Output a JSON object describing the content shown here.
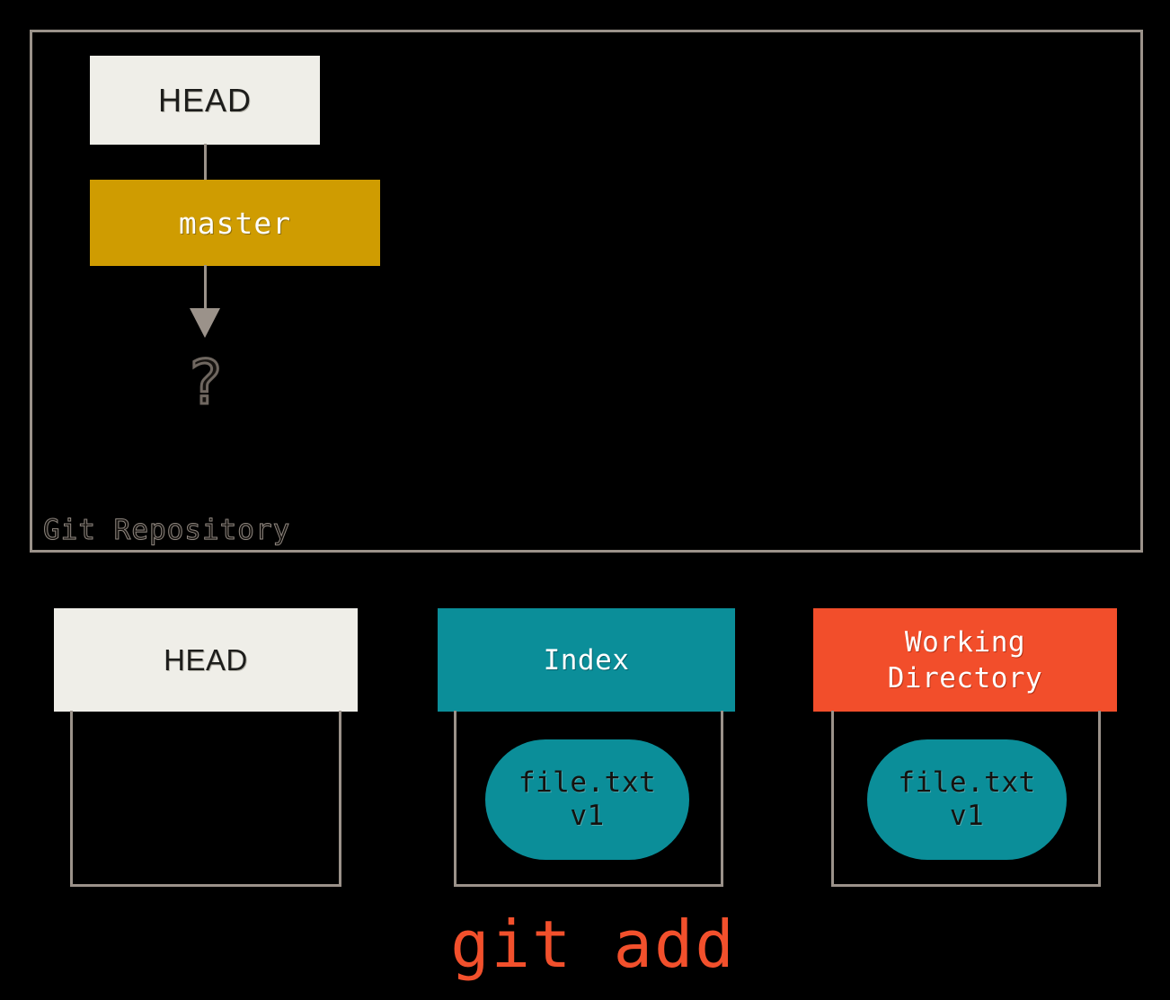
{
  "diagram": {
    "title": "git add",
    "colors": {
      "background": "#000000",
      "frame_border": "#9b928a",
      "head_fill": "#efeee8",
      "branch_fill": "#cf9c01",
      "index_fill": "#0b8e99",
      "working_dir_fill": "#f24e2b",
      "blob_fill": "#0b8e99",
      "command_text": "#f2502c",
      "connector": "#9b928a"
    },
    "repository": {
      "label": "Git Repository",
      "head_box": {
        "label": "HEAD"
      },
      "branch_box": {
        "label": "master"
      },
      "commit_placeholder": {
        "label": "?"
      },
      "connectors": [
        {
          "from": "HEAD",
          "to": "master",
          "arrow": false
        },
        {
          "from": "master",
          "to": "?",
          "arrow": true
        }
      ]
    },
    "areas": [
      {
        "key": "head",
        "header": "HEAD",
        "header_fill": "#efeee8",
        "header_text_color": "#1d1d1b",
        "contents": []
      },
      {
        "key": "index",
        "header": "Index",
        "header_fill": "#0b8e99",
        "header_text_color": "#ffffff",
        "contents": [
          {
            "name": "file.txt",
            "version": "v1"
          }
        ]
      },
      {
        "key": "working_directory",
        "header": "Working\nDirectory",
        "header_fill": "#f24e2b",
        "header_text_color": "#ffffff",
        "contents": [
          {
            "name": "file.txt",
            "version": "v1"
          }
        ]
      }
    ],
    "command": {
      "text": "git add",
      "color": "#f2502c"
    }
  }
}
